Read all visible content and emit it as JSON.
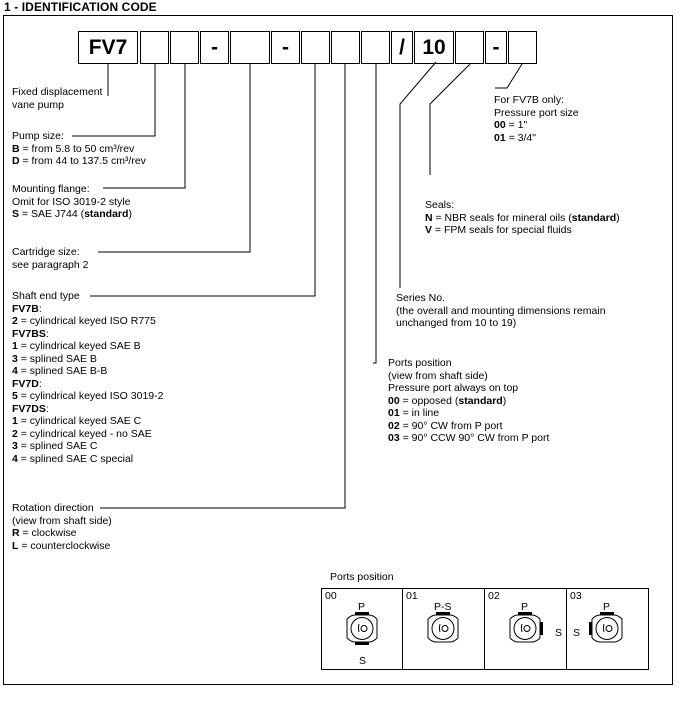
{
  "title": "1 - IDENTIFICATION CODE",
  "code_cells": [
    "FV7",
    "",
    "",
    "-",
    "",
    "-",
    "",
    "",
    "",
    "/",
    "10",
    "",
    "-",
    ""
  ],
  "fixed_pump": [
    "Fixed displacement",
    "vane pump"
  ],
  "pump_size": {
    "heading": "Pump size:",
    "items": [
      {
        "code": "B",
        "text": " = from 5.8 to 50 cm³/rev"
      },
      {
        "code": "D",
        "text": " = from 44 to 137.5 cm³/rev"
      }
    ]
  },
  "mounting_flange": {
    "heading": "Mounting flange:",
    "line1": "Omit for ISO 3019-2 style",
    "code": "S",
    "text": " = SAE J744  (",
    "bold": "standard",
    "close": ")"
  },
  "cartridge": [
    "Cartridge size:",
    "see paragraph 2"
  ],
  "shaft_end": {
    "heading": "Shaft end type",
    "groups": [
      {
        "name": "FV7B",
        "items": [
          {
            "code": "2",
            "text": " = cylindrical keyed ISO R775"
          }
        ]
      },
      {
        "name": "FV7BS",
        "items": [
          {
            "code": "1",
            "text": " = cylindrical keyed SAE B"
          },
          {
            "code": "3",
            "text": " = splined SAE B"
          },
          {
            "code": "4",
            "text": " = splined SAE B-B"
          }
        ]
      },
      {
        "name": "FV7D",
        "items": [
          {
            "code": "5",
            "text": " = cylindrical keyed ISO 3019-2"
          }
        ]
      },
      {
        "name": "FV7DS",
        "items": [
          {
            "code": "1",
            "text": " = cylindrical keyed SAE C"
          },
          {
            "code": "2",
            "text": " = cylindrical keyed - no SAE"
          },
          {
            "code": "3",
            "text": " = splined SAE C"
          },
          {
            "code": "4",
            "text": " = splined SAE C special"
          }
        ]
      }
    ]
  },
  "rotation": {
    "heading": "Rotation direction",
    "sub": "(view from shaft side)",
    "items": [
      {
        "code": "R",
        "text": " = clockwise"
      },
      {
        "code": "L",
        "text": " = counterclockwise"
      }
    ]
  },
  "fv7b_only": {
    "line1": "For FV7B only:",
    "line2": "Pressure port size",
    "items": [
      {
        "code": "00",
        "text": " = 1\""
      },
      {
        "code": "01",
        "text": " = 3/4\""
      }
    ]
  },
  "seals": {
    "heading": "Seals:",
    "items": [
      {
        "code": "N",
        "text": " = NBR seals for mineral oils (",
        "bold": "standard",
        "close": ")"
      },
      {
        "code": "V",
        "text": " = FPM seals for special fluids",
        "bold": "",
        "close": ""
      }
    ]
  },
  "series": [
    "Series No.",
    "(the overall and mounting dimensions remain",
    "unchanged from 10 to 19)"
  ],
  "ports_position": {
    "heading": "Ports position",
    "sub1": "(view from shaft side)",
    "sub2": "Pressure port always on top",
    "items": [
      {
        "code": "00",
        "text": " = opposed (",
        "bold": "standard",
        "close": ")"
      },
      {
        "code": "01",
        "text": " = in line",
        "bold": "",
        "close": ""
      },
      {
        "code": "02",
        "text": " = 90° CW from P port",
        "bold": "",
        "close": ""
      },
      {
        "code": "03",
        "text": " = 90° CCW 90° CW from P port",
        "bold": "",
        "close": ""
      }
    ]
  },
  "diagram": {
    "heading": "Ports position",
    "boxes": [
      {
        "code": "00",
        "top": "P",
        "side": "",
        "bottom": "S"
      },
      {
        "code": "01",
        "top": "P-S",
        "side": "",
        "bottom": ""
      },
      {
        "code": "02",
        "top": "P",
        "side": "S",
        "bottom": ""
      },
      {
        "code": "03",
        "top": "P",
        "side": "S",
        "bottom": ""
      }
    ]
  }
}
